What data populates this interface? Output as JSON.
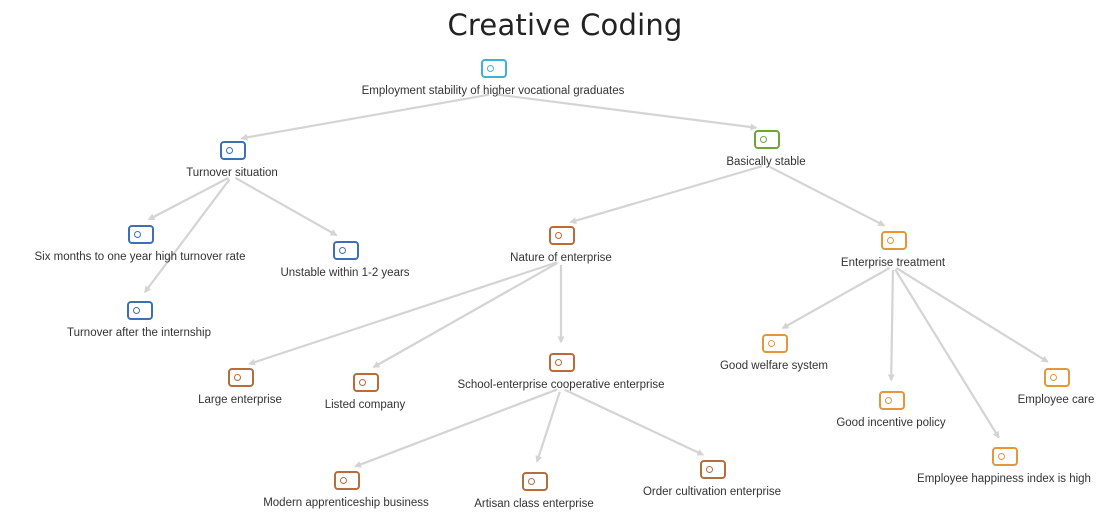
{
  "diagram": {
    "title": "Creative Coding",
    "colors": {
      "root": "#3fb0d6",
      "blue": "#3f6fb3",
      "green": "#6ba63c",
      "brown": "#b86c3a",
      "orange": "#e5963a",
      "edge": "#d4d4d4"
    },
    "nodes": [
      {
        "id": "root",
        "label": "Employment stability of higher vocational graduates",
        "color": "root",
        "icon": "tag-icon"
      },
      {
        "id": "turnover",
        "label": "Turnover situation",
        "color": "blue",
        "icon": "tag-icon"
      },
      {
        "id": "six-months",
        "label": "Six months to one year high turnover rate",
        "color": "blue",
        "icon": "tag-icon"
      },
      {
        "id": "unstable",
        "label": "Unstable within 1-2 years",
        "color": "blue",
        "icon": "tag-icon"
      },
      {
        "id": "after-internship",
        "label": "Turnover after the internship",
        "color": "blue",
        "icon": "tag-icon"
      },
      {
        "id": "basically-stable",
        "label": "Basically stable",
        "color": "green",
        "icon": "tag-icon"
      },
      {
        "id": "nature",
        "label": "Nature of enterprise",
        "color": "brown",
        "icon": "tag-icon"
      },
      {
        "id": "large",
        "label": "Large enterprise",
        "color": "brown",
        "icon": "tag-icon"
      },
      {
        "id": "listed",
        "label": "Listed company",
        "color": "brown",
        "icon": "tag-icon"
      },
      {
        "id": "school-enterprise",
        "label": "School-enterprise cooperative enterprise",
        "color": "brown",
        "icon": "tag-icon"
      },
      {
        "id": "modern-apprenticeship",
        "label": "Modern apprenticeship business",
        "color": "brown",
        "icon": "tag-icon"
      },
      {
        "id": "artisan",
        "label": "Artisan class enterprise",
        "color": "brown",
        "icon": "tag-icon"
      },
      {
        "id": "order-cultivation",
        "label": "Order cultivation enterprise",
        "color": "brown",
        "icon": "tag-icon"
      },
      {
        "id": "treatment",
        "label": "Enterprise treatment",
        "color": "orange",
        "icon": "tag-icon"
      },
      {
        "id": "welfare",
        "label": "Good welfare system",
        "color": "orange",
        "icon": "tag-icon"
      },
      {
        "id": "incentive",
        "label": "Good incentive policy",
        "color": "orange",
        "icon": "tag-icon"
      },
      {
        "id": "happiness",
        "label": "Employee happiness index is high",
        "color": "orange",
        "icon": "tag-icon"
      },
      {
        "id": "care",
        "label": "Employee care",
        "color": "orange",
        "icon": "tag-icon"
      }
    ],
    "edges": [
      [
        "root",
        "turnover"
      ],
      [
        "root",
        "basically-stable"
      ],
      [
        "turnover",
        "six-months"
      ],
      [
        "turnover",
        "unstable"
      ],
      [
        "turnover",
        "after-internship"
      ],
      [
        "basically-stable",
        "nature"
      ],
      [
        "basically-stable",
        "treatment"
      ],
      [
        "nature",
        "large"
      ],
      [
        "nature",
        "listed"
      ],
      [
        "nature",
        "school-enterprise"
      ],
      [
        "school-enterprise",
        "modern-apprenticeship"
      ],
      [
        "school-enterprise",
        "artisan"
      ],
      [
        "school-enterprise",
        "order-cultivation"
      ],
      [
        "treatment",
        "welfare"
      ],
      [
        "treatment",
        "incentive"
      ],
      [
        "treatment",
        "happiness"
      ],
      [
        "treatment",
        "care"
      ]
    ]
  }
}
